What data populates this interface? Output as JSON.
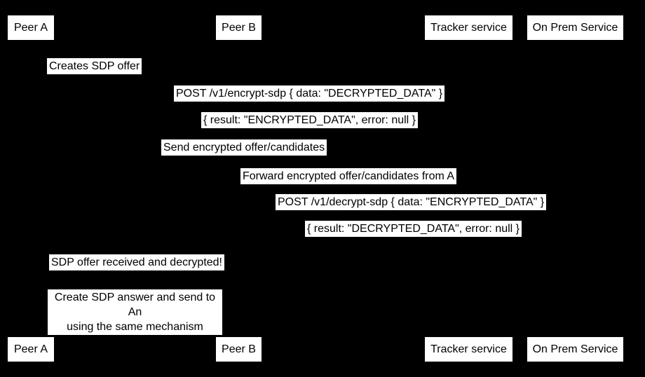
{
  "diagram": {
    "kind": "sequence-diagram",
    "colors": {
      "background": "#000000",
      "box_fill": "#ffffff",
      "box_text": "#000000"
    },
    "participants": [
      "Peer A",
      "Peer B",
      "Tracker service",
      "On Prem Service"
    ],
    "events": {
      "creates_offer": "Creates SDP offer",
      "post_encrypt": "POST /v1/encrypt-sdp { data: \"DECRYPTED_DATA\" }",
      "encrypt_result": "{ result: \"ENCRYPTED_DATA\", error: null }",
      "send_encrypted": "Send encrypted offer/candidates",
      "forward_encrypted": "Forward encrypted offer/candidates from A",
      "post_decrypt": "POST /v1/decrypt-sdp { data: \"ENCRYPTED_DATA\" }",
      "decrypt_result": "{ result: \"DECRYPTED_DATA\", error: null }",
      "offer_received": "SDP offer received and decrypted!",
      "create_answer": "Create SDP answer and send to An\nusing the same mechanism"
    }
  }
}
